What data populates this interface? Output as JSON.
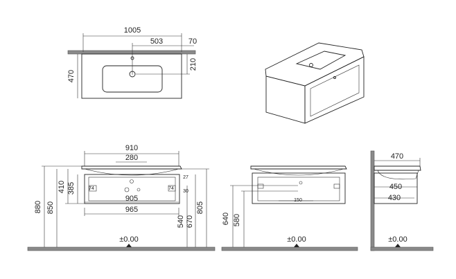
{
  "top_view": {
    "width_total": "1005",
    "to_tap": "503",
    "to_edge": "70",
    "depth": "470",
    "tap_offset": "210"
  },
  "front_view": {
    "basin_width": "910",
    "tap_spacing": "280",
    "inner_width": "905",
    "cabinet_width": "965",
    "cabinet_height": "410",
    "drawer_height": "385",
    "side_74_left": "74",
    "side_74_right": "74",
    "side_27": "27",
    "side_30": "30",
    "height_880": "880",
    "height_850": "850",
    "height_540": "540",
    "height_670": "670",
    "height_805": "805",
    "level": "±0.00"
  },
  "drain_view": {
    "height_640": "640",
    "height_580": "580",
    "drain_width": "150",
    "level": "±0.00"
  },
  "side_view": {
    "depth_470": "470",
    "depth_450": "450",
    "depth_430": "430",
    "level": "±0.00"
  }
}
